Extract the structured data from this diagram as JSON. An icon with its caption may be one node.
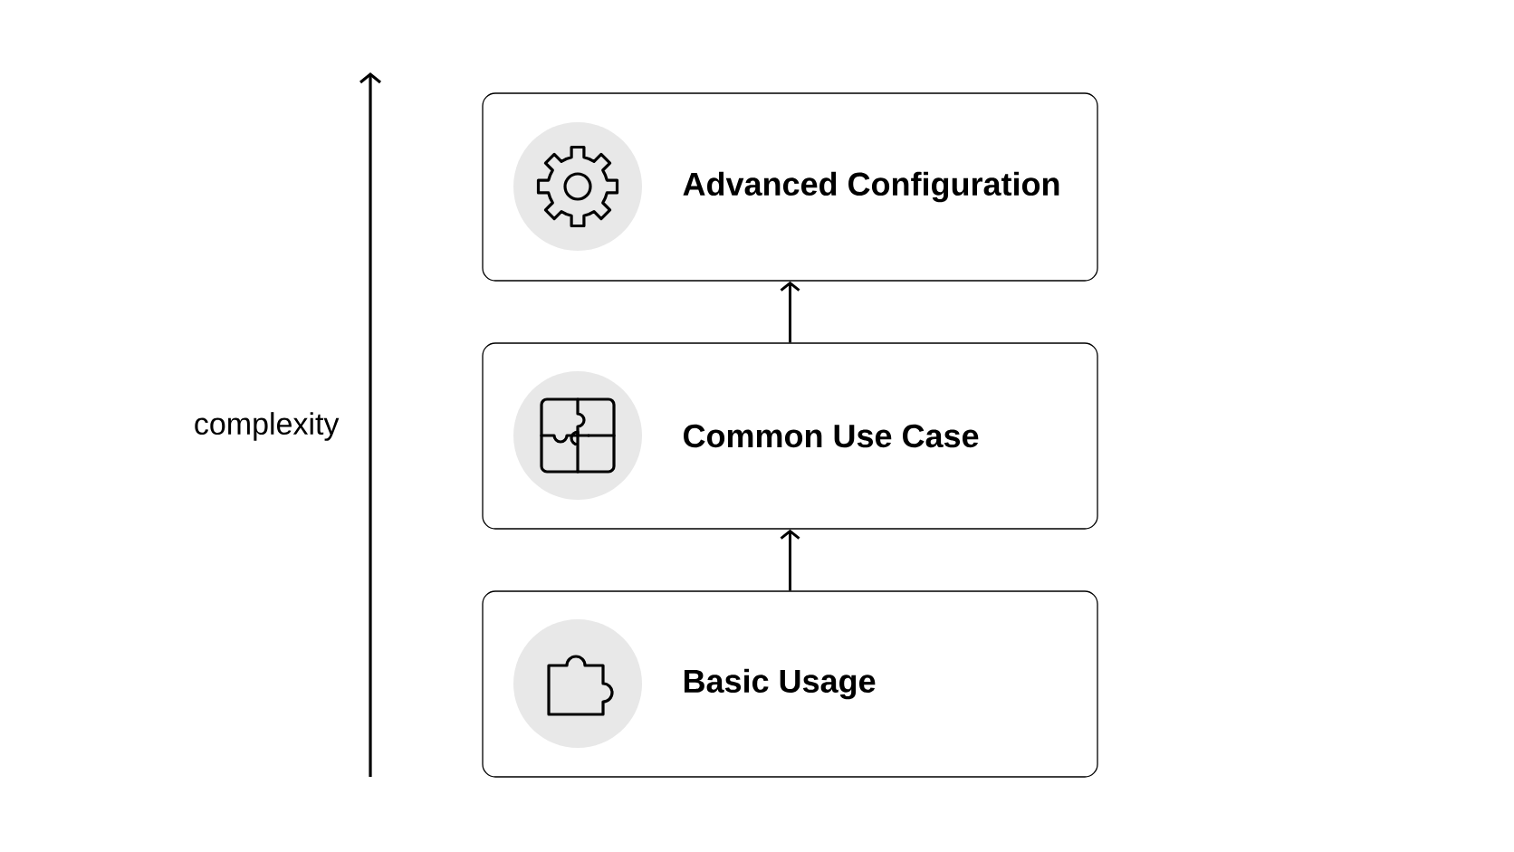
{
  "diagram": {
    "nodes": [
      {
        "text": [
          "Advanced Configuration"
        ]
      },
      {
        "text": [
          "Common Use Case"
        ]
      },
      {
        "text": [
          "Basic Usage"
        ]
      }
    ],
    "edges": [
      {
        "from": 2,
        "to": 1,
        "arrow": "to"
      },
      {
        "from": 1,
        "to": 0,
        "arrow": "to"
      }
    ],
    "labels": [
      "complexity"
    ]
  }
}
